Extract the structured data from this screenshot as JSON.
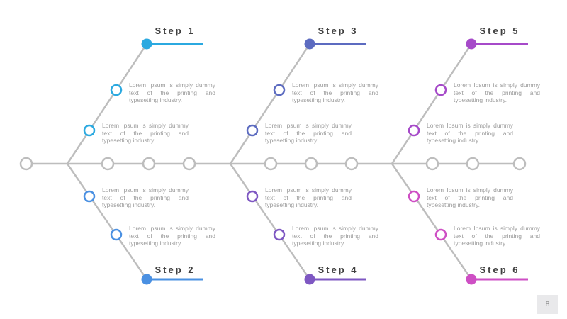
{
  "slide": {
    "background": "#ffffff",
    "line_color": "#bdbdbd",
    "body_text_color": "#9b9b9b",
    "label_color": "#3f3f3f",
    "page_number": "8",
    "lorem": "Lorem Ipsum is simply dummy text of the printing and typesetting industry.",
    "steps": [
      {
        "label": "Step 1",
        "color": "#2ba9e0"
      },
      {
        "label": "Step 2",
        "color": "#4a90e2"
      },
      {
        "label": "Step 3",
        "color": "#5c6bc0"
      },
      {
        "label": "Step 4",
        "color": "#7e57c2"
      },
      {
        "label": "Step 5",
        "color": "#a64ac9"
      },
      {
        "label": "Step 6",
        "color": "#ce4fc4"
      }
    ]
  }
}
